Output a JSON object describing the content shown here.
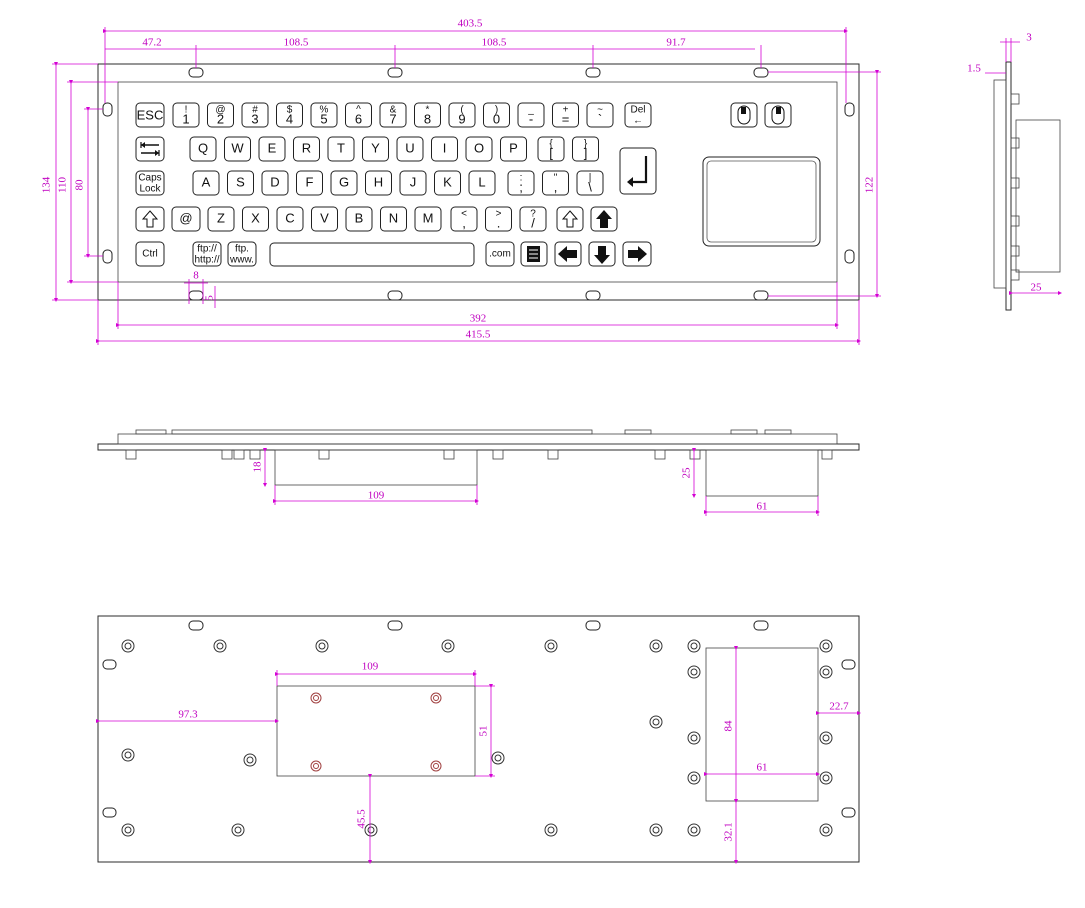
{
  "dimensions": {
    "top_overall": "403.5",
    "top_seg1": "47.2",
    "top_seg2": "108.5",
    "top_seg3": "108.5",
    "top_seg4": "91.7",
    "left_134": "134",
    "left_110": "110",
    "left_80": "80",
    "right_122": "122",
    "small_8": "8",
    "small_5": "5",
    "bottom_392": "392",
    "bottom_415": "415.5",
    "side_3": "3",
    "side_1_5": "1.5",
    "side_25": "25",
    "front_18": "18",
    "front_109": "109",
    "front_25": "25",
    "front_61": "61",
    "back_109": "109",
    "back_97": "97.3",
    "back_51": "51",
    "back_45": "45.5",
    "back_84": "84",
    "back_61": "61",
    "back_22": "22.7",
    "back_32": "32.1"
  },
  "keys": {
    "row1": [
      {
        "top": "",
        "bot": "ESC"
      },
      {
        "top": "!",
        "bot": "1"
      },
      {
        "top": "@",
        "bot": "2"
      },
      {
        "top": "#",
        "bot": "3"
      },
      {
        "top": "$",
        "bot": "4"
      },
      {
        "top": "%",
        "bot": "5"
      },
      {
        "top": "^",
        "bot": "6"
      },
      {
        "top": "&",
        "bot": "7"
      },
      {
        "top": "*",
        "bot": "8"
      },
      {
        "top": "(",
        "bot": "9"
      },
      {
        "top": ")",
        "bot": "0"
      },
      {
        "top": "_",
        "bot": "-"
      },
      {
        "top": "+",
        "bot": "="
      },
      {
        "top": "~",
        "bot": "`"
      },
      {
        "top": "Del",
        "bot": "←"
      }
    ],
    "row2": [
      "Q",
      "W",
      "E",
      "R",
      "T",
      "Y",
      "U",
      "I",
      "O",
      "P"
    ],
    "row2_extra": [
      {
        "top": "{",
        "bot": "["
      },
      {
        "top": "}",
        "bot": "]"
      }
    ],
    "row3_caps_top": "Caps",
    "row3_caps_bot": "Lock",
    "row3": [
      "A",
      "S",
      "D",
      "F",
      "G",
      "H",
      "J",
      "K",
      "L"
    ],
    "row3_extra": [
      {
        "top": ":",
        "bot": ";"
      },
      {
        "top": "\"",
        "bot": ","
      },
      {
        "top": "|",
        "bot": "\\"
      }
    ],
    "row4_at": "@",
    "row4": [
      "Z",
      "X",
      "C",
      "V",
      "B",
      "N",
      "M"
    ],
    "row4_extra": [
      {
        "top": "<",
        "bot": ","
      },
      {
        "top": ">",
        "bot": "."
      },
      {
        "top": "?",
        "bot": "/"
      }
    ],
    "ctrl": "Ctrl",
    "ftp_http_top": "ftp://",
    "ftp_http_bot": "http://",
    "ftp_www_top": "ftp.",
    "ftp_www_bot": "www.",
    "dotcom": ".com"
  },
  "icons": {
    "tab": "tab-icon",
    "shift": "shift-icon",
    "enter": "enter-icon",
    "arrow_up": "arrow-up-icon",
    "arrow_down": "arrow-down-icon",
    "arrow_left": "arrow-left-icon",
    "arrow_right": "arrow-right-icon",
    "menu": "menu-icon",
    "mouse_left": "mouse-left-button-icon",
    "mouse_right": "mouse-right-button-icon"
  },
  "colors": {
    "dimension": "#d400d4",
    "outline": "#222222"
  }
}
